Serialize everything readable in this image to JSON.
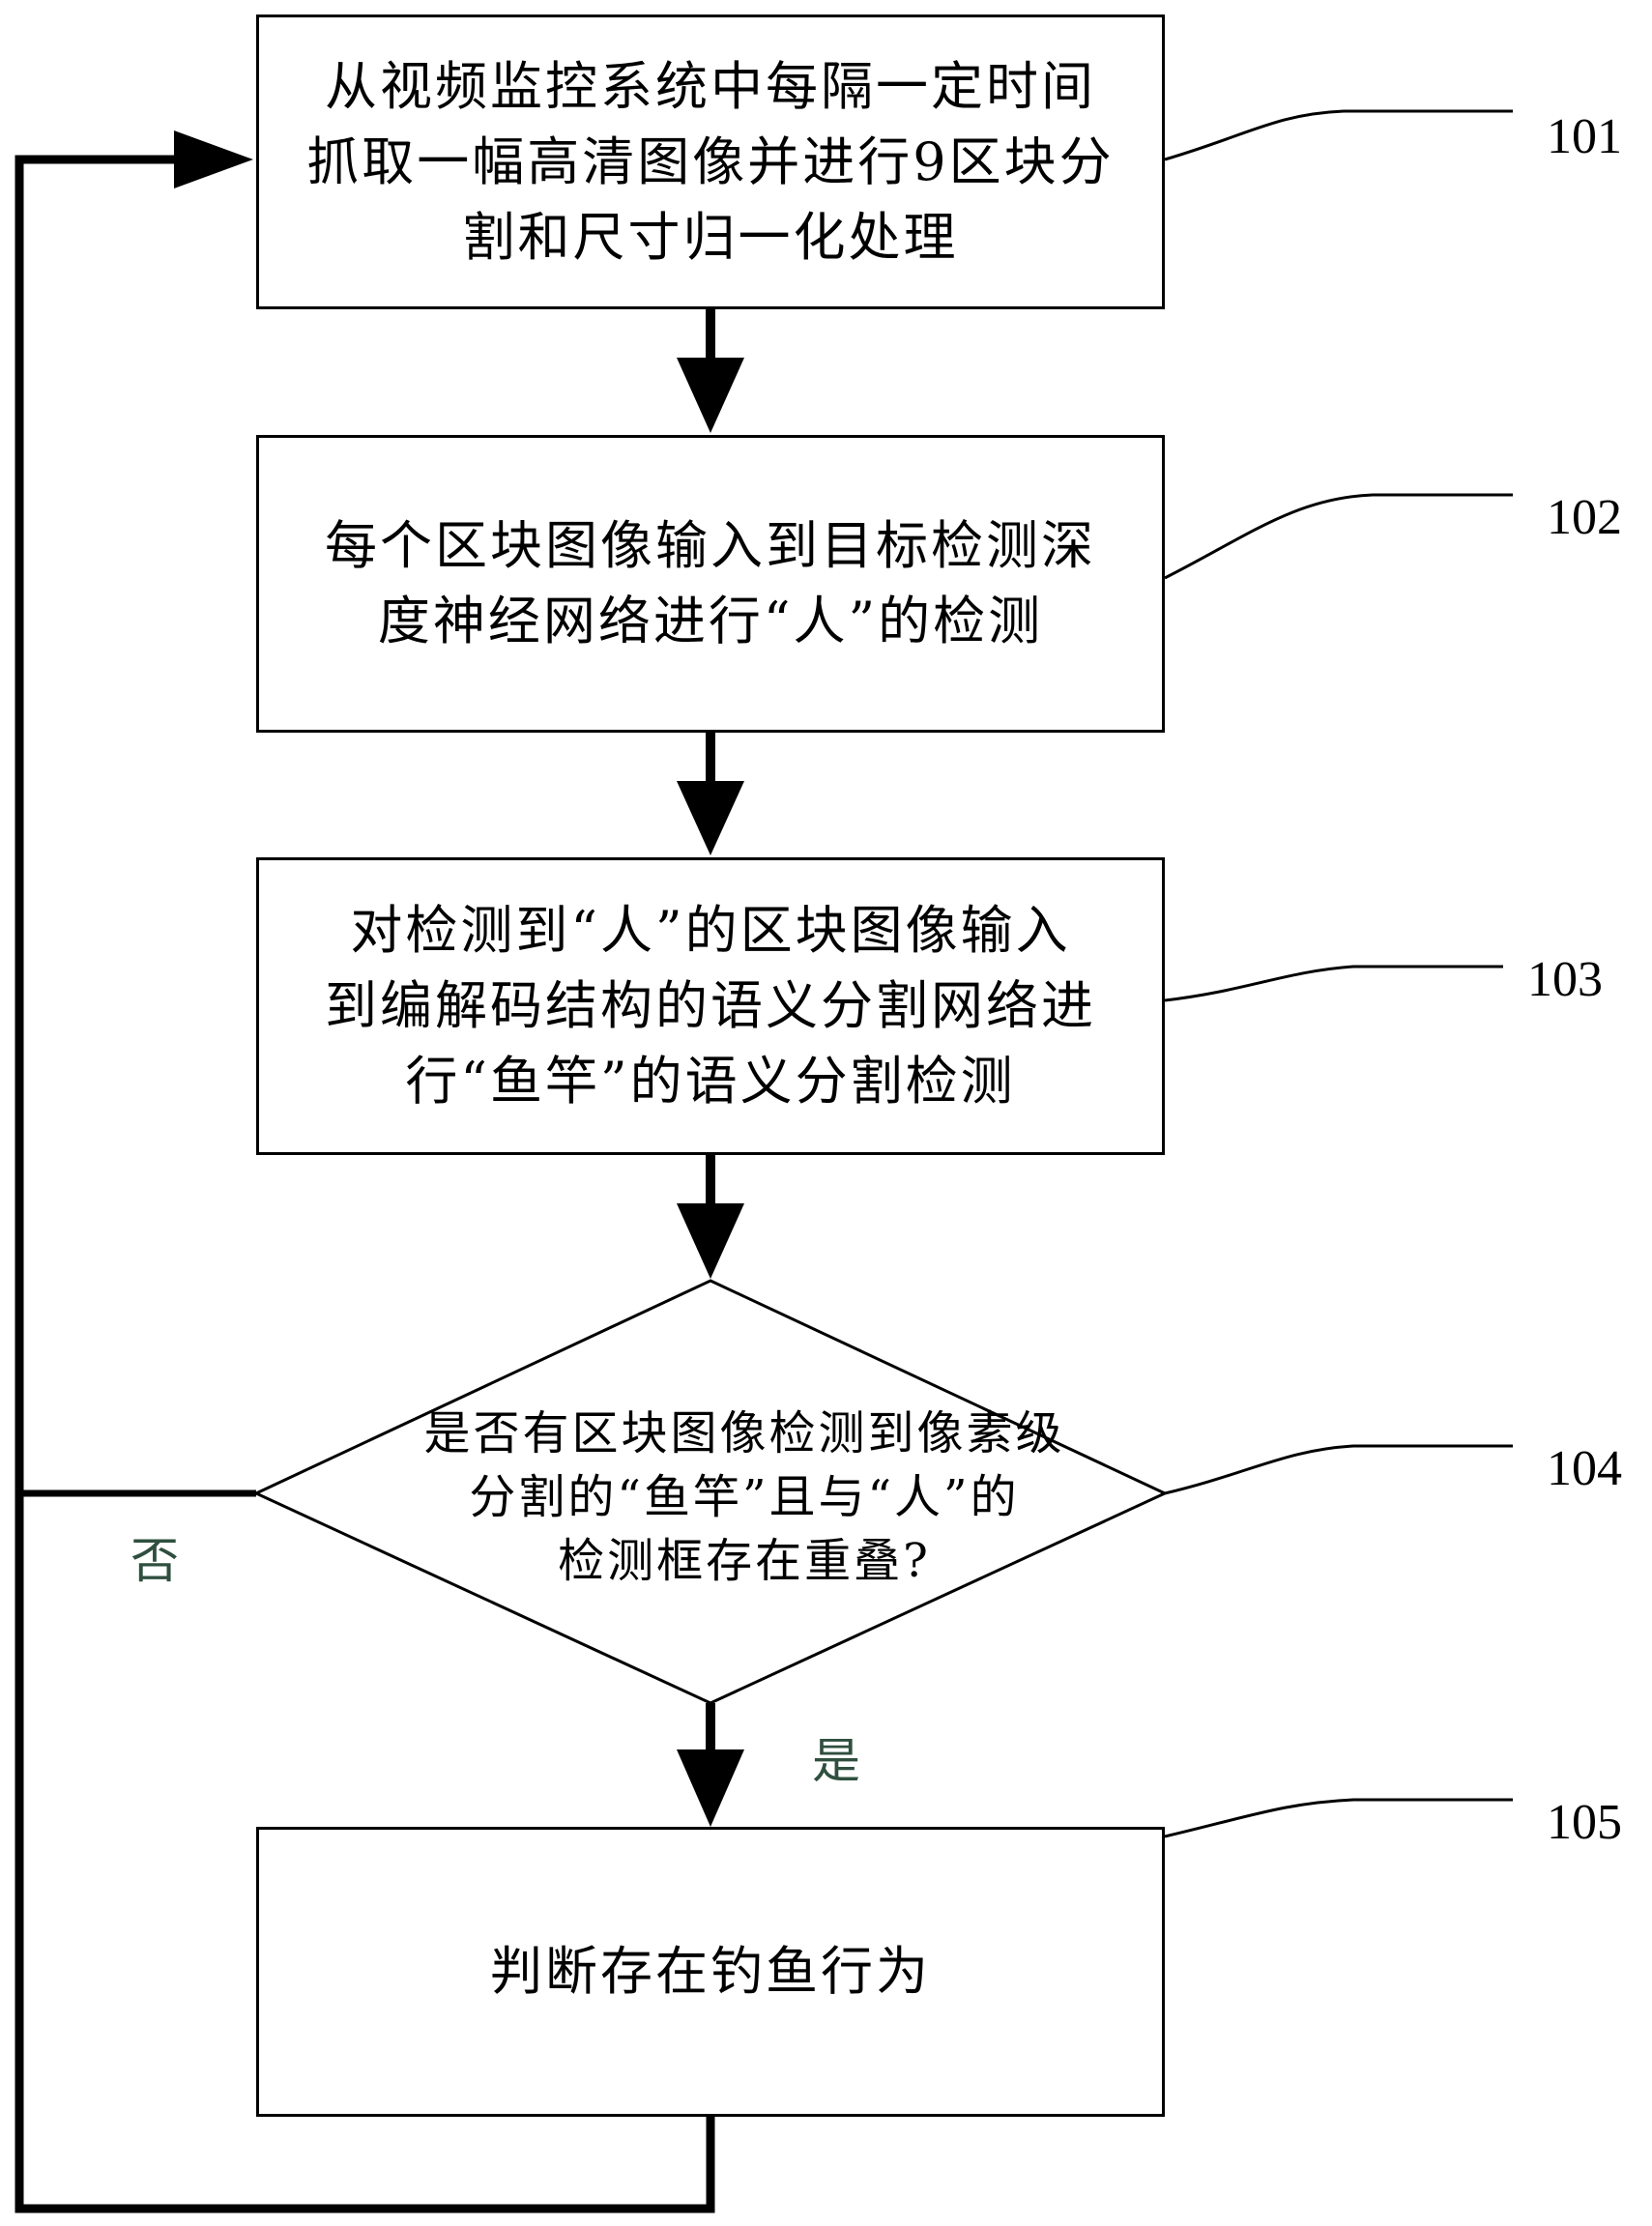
{
  "steps": [
    {
      "ref": "101",
      "lines": [
        "从视频监控系统中每隔一定时间",
        "抓取一幅高清图像并进行9区块分",
        "割和尺寸归一化处理"
      ]
    },
    {
      "ref": "102",
      "lines": [
        "每个区块图像输入到目标检测深",
        "度神经网络进行“人”的检测"
      ]
    },
    {
      "ref": "103",
      "lines": [
        "对检测到“人”的区块图像输入",
        "到编解码结构的语义分割网络进",
        "行“鱼竿”的语义分割检测"
      ]
    }
  ],
  "decision": {
    "ref": "104",
    "lines": [
      "是否有区块图像检测到像素级",
      "分割的“鱼竿”且与“人”的",
      "检测框存在重叠?"
    ]
  },
  "result": {
    "ref": "105",
    "lines": [
      "判断存在钓鱼行为"
    ]
  },
  "branches": {
    "no": "否",
    "yes": "是"
  }
}
